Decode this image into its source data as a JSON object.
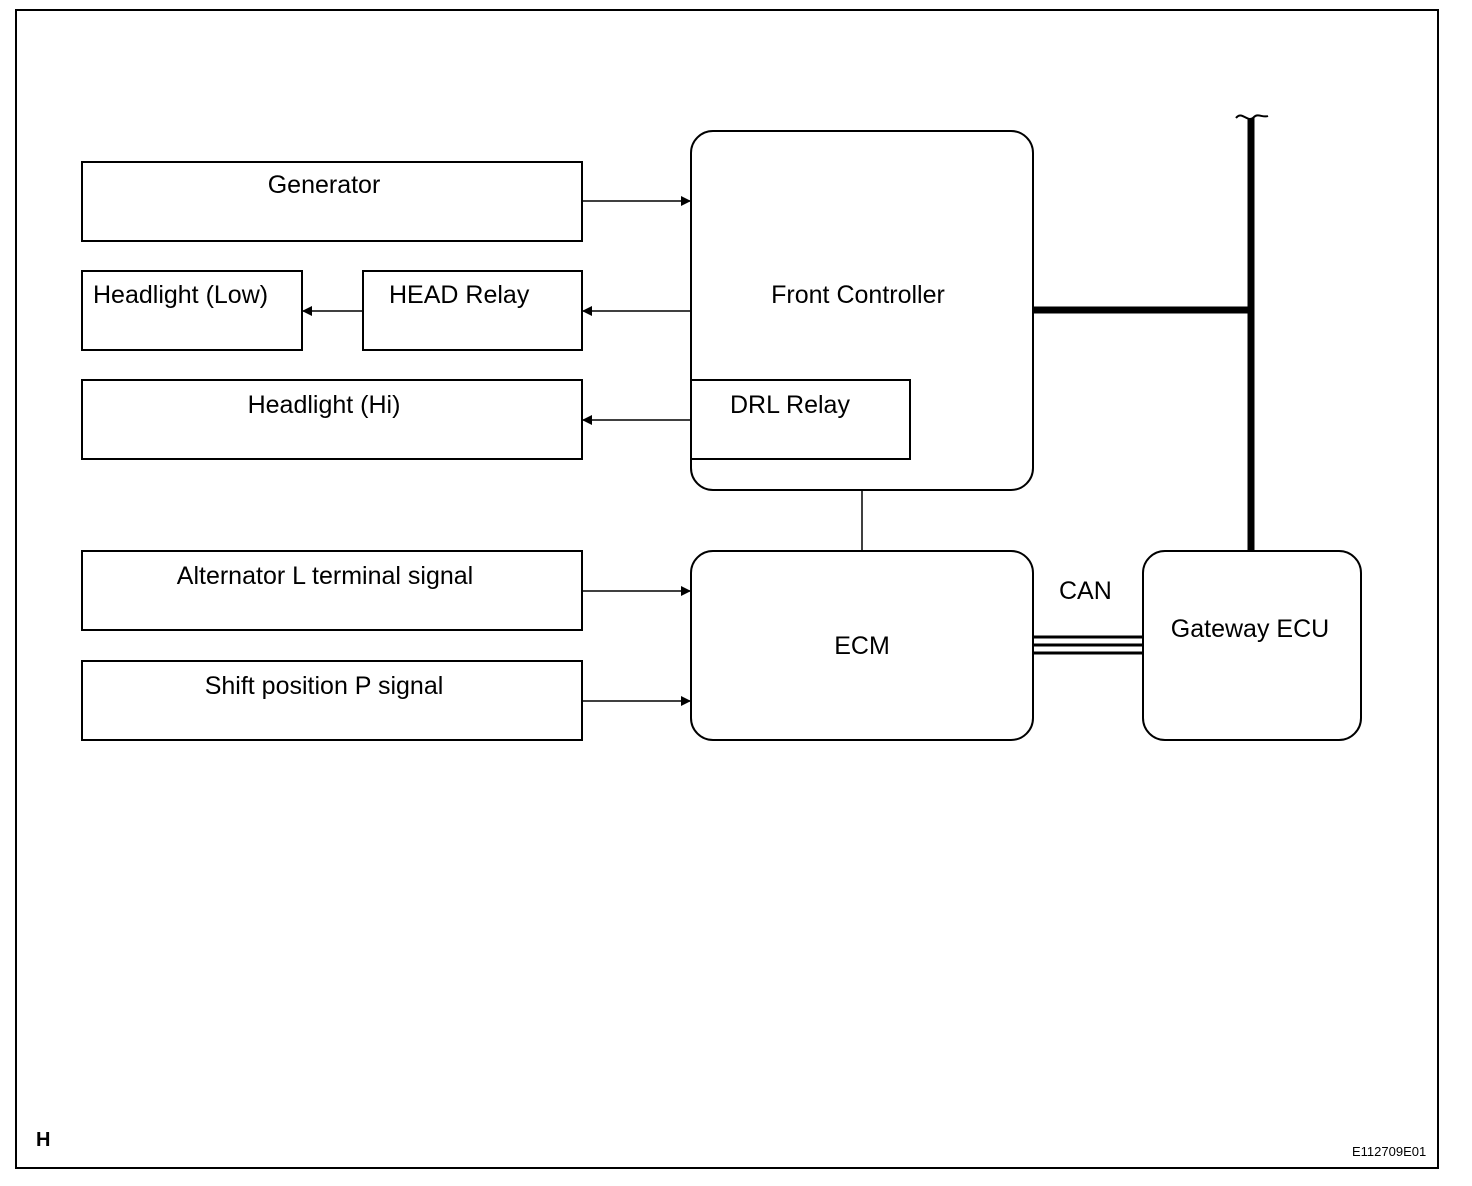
{
  "blocks": {
    "generator": "Generator",
    "headlight_low": "Headlight (Low)",
    "head_relay": "HEAD Relay",
    "headlight_hi": "Headlight (Hi)",
    "front_controller": "Front Controller",
    "drl_relay": "DRL Relay",
    "alternator_signal": "Alternator L terminal signal",
    "shift_position_signal": "Shift position P signal",
    "ecm": "ECM",
    "gateway_ecu": "Gateway ECU"
  },
  "bus_label": "CAN",
  "corner_mark": "H",
  "figure_code": "E112709E01"
}
